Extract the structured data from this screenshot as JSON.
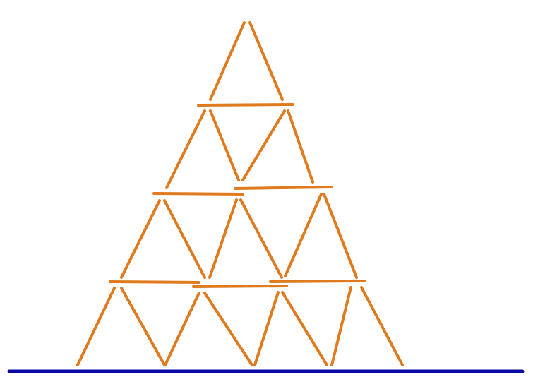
{
  "diagram": {
    "stick_color": "#e07a1f",
    "ground_color": "#0a0aa0",
    "levels_count": 4,
    "triangles_per_level": [
      1,
      2,
      3,
      4
    ]
  }
}
